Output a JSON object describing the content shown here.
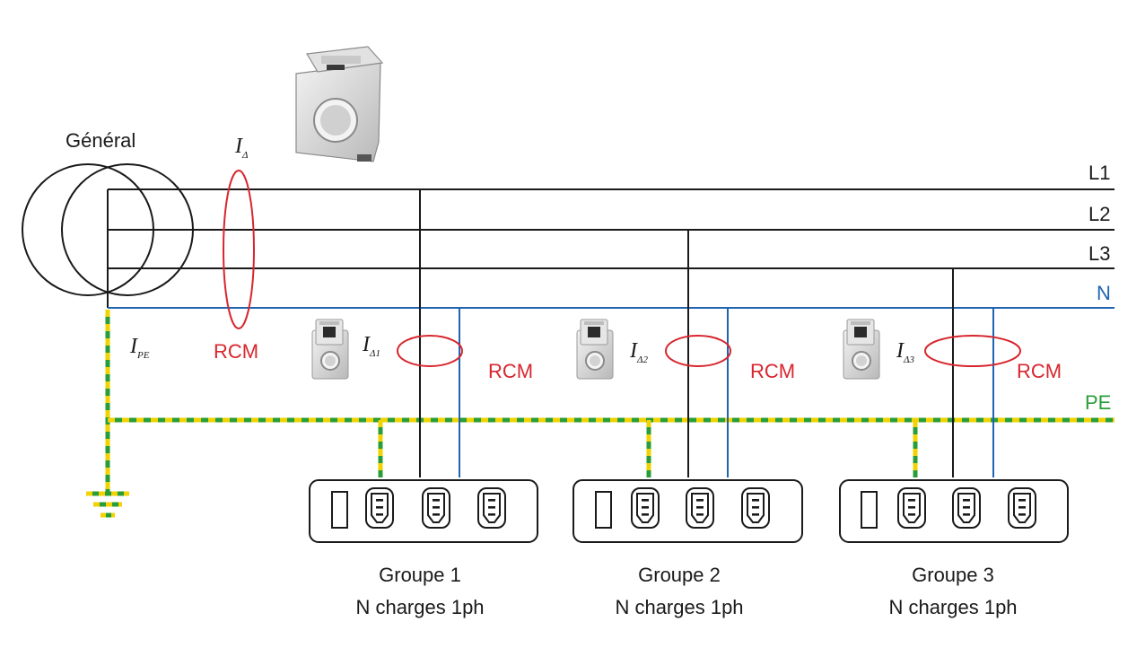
{
  "labels": {
    "general": "Général",
    "l1": "L1",
    "l2": "L2",
    "l3": "L3",
    "n": "N",
    "pe": "PE",
    "rcm_main": "RCM",
    "i_main": "I",
    "i_main_sub": "Δ",
    "i_pe": "I",
    "i_pe_sub": "PE"
  },
  "groups": [
    {
      "title": "Groupe 1",
      "subtitle": "N charges 1ph",
      "rcm": "RCM",
      "i": "I",
      "i_sub": "Δ1"
    },
    {
      "title": "Groupe 2",
      "subtitle": "N charges 1ph",
      "rcm": "RCM",
      "i": "I",
      "i_sub": "Δ2"
    },
    {
      "title": "Groupe 3",
      "subtitle": "N charges 1ph",
      "rcm": "RCM",
      "i": "I",
      "i_sub": "Δ3"
    }
  ],
  "colors": {
    "phase": "#1a1a1a",
    "neutral": "#1f64b1",
    "pe_green": "#2a9d3b",
    "pe_yellow": "#f2d200",
    "rcm": "#d7262e"
  },
  "icons": {
    "transformer": "transformer-icon",
    "sensor_large": "current-sensor-large-icon",
    "sensor_small": "current-sensor-small-icon",
    "earth": "earth-ground-icon",
    "socket": "iec-socket-icon",
    "switch": "power-switch-icon"
  }
}
